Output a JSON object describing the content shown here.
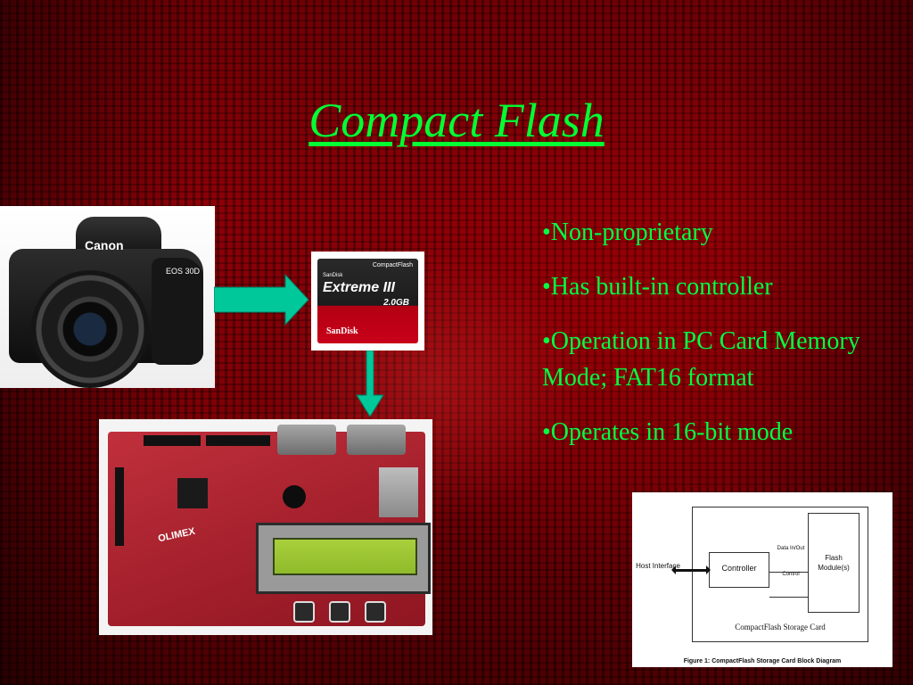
{
  "slide": {
    "title": "Compact Flash",
    "bullets": [
      "•Non-proprietary",
      "•Has built-in controller",
      "•Operation in PC Card Memory Mode; FAT16 format",
      "•Operates in 16-bit mode"
    ]
  },
  "camera": {
    "brand": "Canon",
    "model": "EOS 30D"
  },
  "card": {
    "top_label": "CompactFlash",
    "small_brand": "SanDisk",
    "product": "Extreme III",
    "capacity": "2.0GB",
    "brand": "SanDisk"
  },
  "board": {
    "brand": "OLIMEX"
  },
  "diagram": {
    "host": "Host Interface",
    "controller": "Controller",
    "flash": "Flash Module(s)",
    "data": "Data In/Out",
    "control": "Control",
    "card_label": "CompactFlash Storage Card",
    "caption": "Figure 1: CompactFlash Storage Card Block Diagram"
  },
  "colors": {
    "title": "#00ff33",
    "bullets": "#00ff44",
    "arrow": "#00c89a",
    "background": "#8c0008"
  }
}
